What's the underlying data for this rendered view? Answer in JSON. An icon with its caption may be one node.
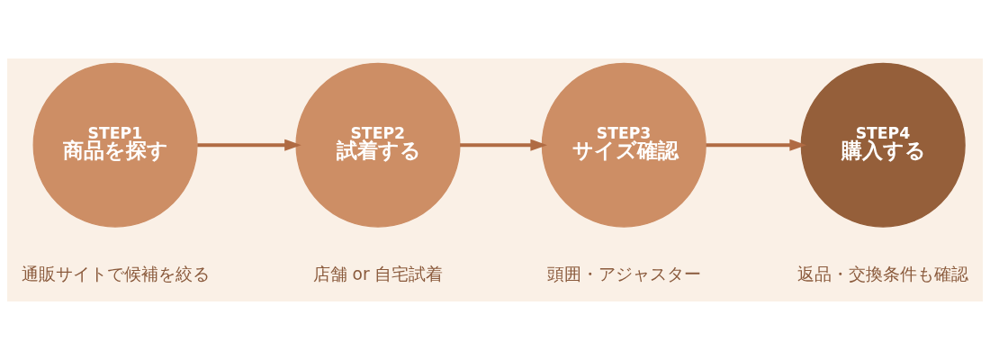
{
  "diagram": {
    "nodes": [
      {
        "text": [
          "STEP1",
          "商品を探す"
        ],
        "beside": [
          "通販サイトで候補を絞る"
        ]
      },
      {
        "text": [
          "STEP2",
          "試着する"
        ],
        "beside": [
          "店舗 or 自宅試着"
        ]
      },
      {
        "text": [
          "STEP3",
          "サイズ確認"
        ],
        "beside": [
          "頭囲・アジャスター"
        ]
      },
      {
        "text": [
          "STEP4",
          "購入する"
        ],
        "beside": [
          "返品・交換条件も確認"
        ]
      }
    ],
    "edges": [
      {
        "from": 0,
        "to": 1,
        "arrow": "to"
      },
      {
        "from": 1,
        "to": 2,
        "arrow": "to"
      },
      {
        "from": 2,
        "to": 3,
        "arrow": "to"
      }
    ]
  }
}
